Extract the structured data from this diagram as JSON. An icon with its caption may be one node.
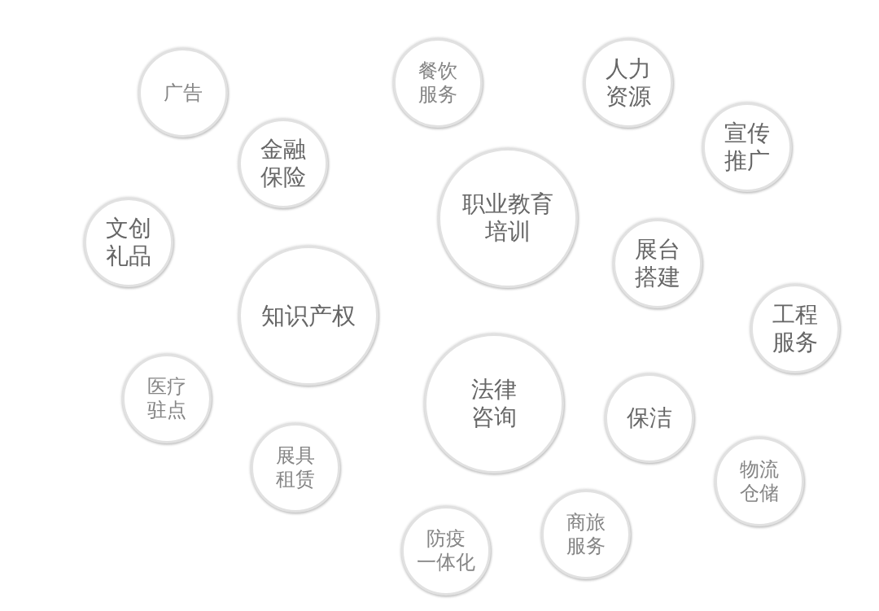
{
  "diagram": {
    "nodes": [
      {
        "text": [
          "广告"
        ]
      },
      {
        "text": [
          "餐饮服务"
        ]
      },
      {
        "text": [
          "人力资源"
        ]
      },
      {
        "text": [
          "宣传推广"
        ]
      },
      {
        "text": [
          "金融保险"
        ]
      },
      {
        "text": [
          "职业教育培训"
        ]
      },
      {
        "text": [
          "文创礼品"
        ]
      },
      {
        "text": [
          "展台搭建"
        ]
      },
      {
        "text": [
          "知识产权"
        ]
      },
      {
        "text": [
          "工程服务"
        ]
      },
      {
        "text": [
          "医疗驻点"
        ]
      },
      {
        "text": [
          "法律咨询"
        ]
      },
      {
        "text": [
          "保洁"
        ]
      },
      {
        "text": [
          "展具租赁"
        ]
      },
      {
        "text": [
          "物流仓储"
        ]
      },
      {
        "text": [
          "商旅服务"
        ]
      },
      {
        "text": [
          "防疫一体化"
        ]
      }
    ]
  }
}
